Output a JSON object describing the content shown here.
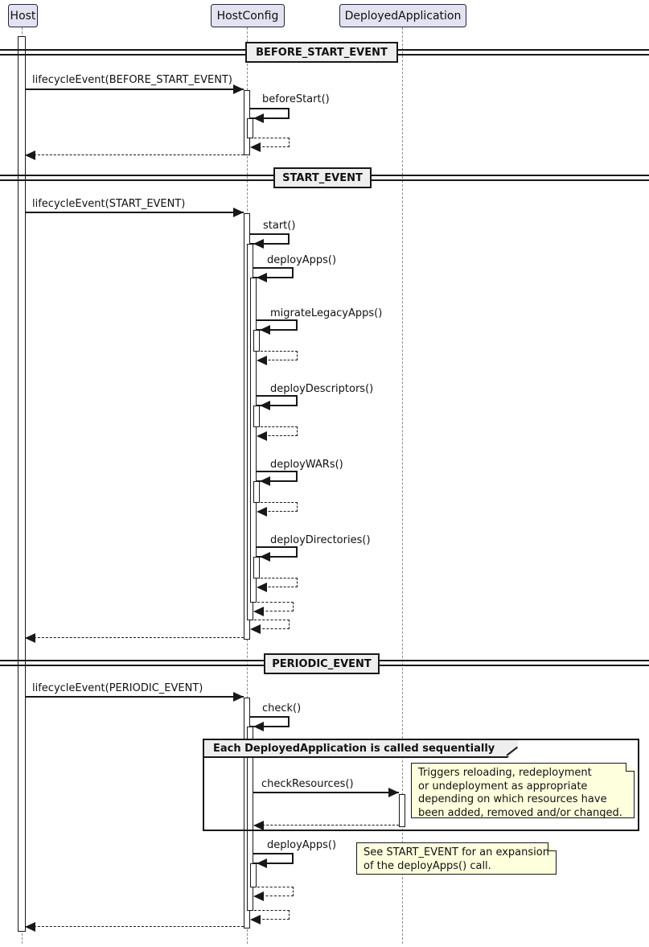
{
  "diagram": {
    "title": "HostConfig lifecycle sequence diagram",
    "participants": [
      {
        "name": "Host"
      },
      {
        "name": "HostConfig"
      },
      {
        "name": "DeployedApplication"
      }
    ],
    "dividers": [
      {
        "label": "BEFORE_START_EVENT"
      },
      {
        "label": "START_EVENT"
      },
      {
        "label": "PERIODIC_EVENT"
      }
    ],
    "messages": [
      {
        "label": "lifecycleEvent(BEFORE_START_EVENT)",
        "from": "Host",
        "to": "HostConfig",
        "kind": "call"
      },
      {
        "label": "beforeStart()",
        "from": "HostConfig",
        "to": "HostConfig",
        "kind": "self-call"
      },
      {
        "label": "lifecycleEvent(START_EVENT)",
        "from": "Host",
        "to": "HostConfig",
        "kind": "call"
      },
      {
        "label": "start()",
        "from": "HostConfig",
        "to": "HostConfig",
        "kind": "self-call"
      },
      {
        "label": "deployApps()",
        "from": "HostConfig",
        "to": "HostConfig",
        "kind": "self-call"
      },
      {
        "label": "migrateLegacyApps()",
        "from": "HostConfig",
        "to": "HostConfig",
        "kind": "self-call"
      },
      {
        "label": "deployDescriptors()",
        "from": "HostConfig",
        "to": "HostConfig",
        "kind": "self-call"
      },
      {
        "label": "deployWARs()",
        "from": "HostConfig",
        "to": "HostConfig",
        "kind": "self-call"
      },
      {
        "label": "deployDirectories()",
        "from": "HostConfig",
        "to": "HostConfig",
        "kind": "self-call"
      },
      {
        "label": "lifecycleEvent(PERIODIC_EVENT)",
        "from": "Host",
        "to": "HostConfig",
        "kind": "call"
      },
      {
        "label": "check()",
        "from": "HostConfig",
        "to": "HostConfig",
        "kind": "self-call"
      },
      {
        "label": "checkResources()",
        "from": "HostConfig",
        "to": "DeployedApplication",
        "kind": "call"
      },
      {
        "label": "deployApps()",
        "from": "HostConfig",
        "to": "HostConfig",
        "kind": "self-call"
      }
    ],
    "frame": {
      "label": "Each DeployedApplication is called sequentially"
    },
    "notes": [
      {
        "text": "Triggers reloading, redeployment\nor undeployment as appropriate\ndepending on which resources have\nbeen added, removed and/or changed."
      },
      {
        "text": "See START_EVENT for an expansion\nof the deployApps() call."
      }
    ],
    "colors": {
      "participant_fill": "#E2E2F0",
      "divider_fill": "#EEEEEE",
      "frame_header_fill": "#EEEEEE",
      "note_fill": "#FEFFDD",
      "line": "#181818",
      "background": "#FFFFFF"
    }
  }
}
